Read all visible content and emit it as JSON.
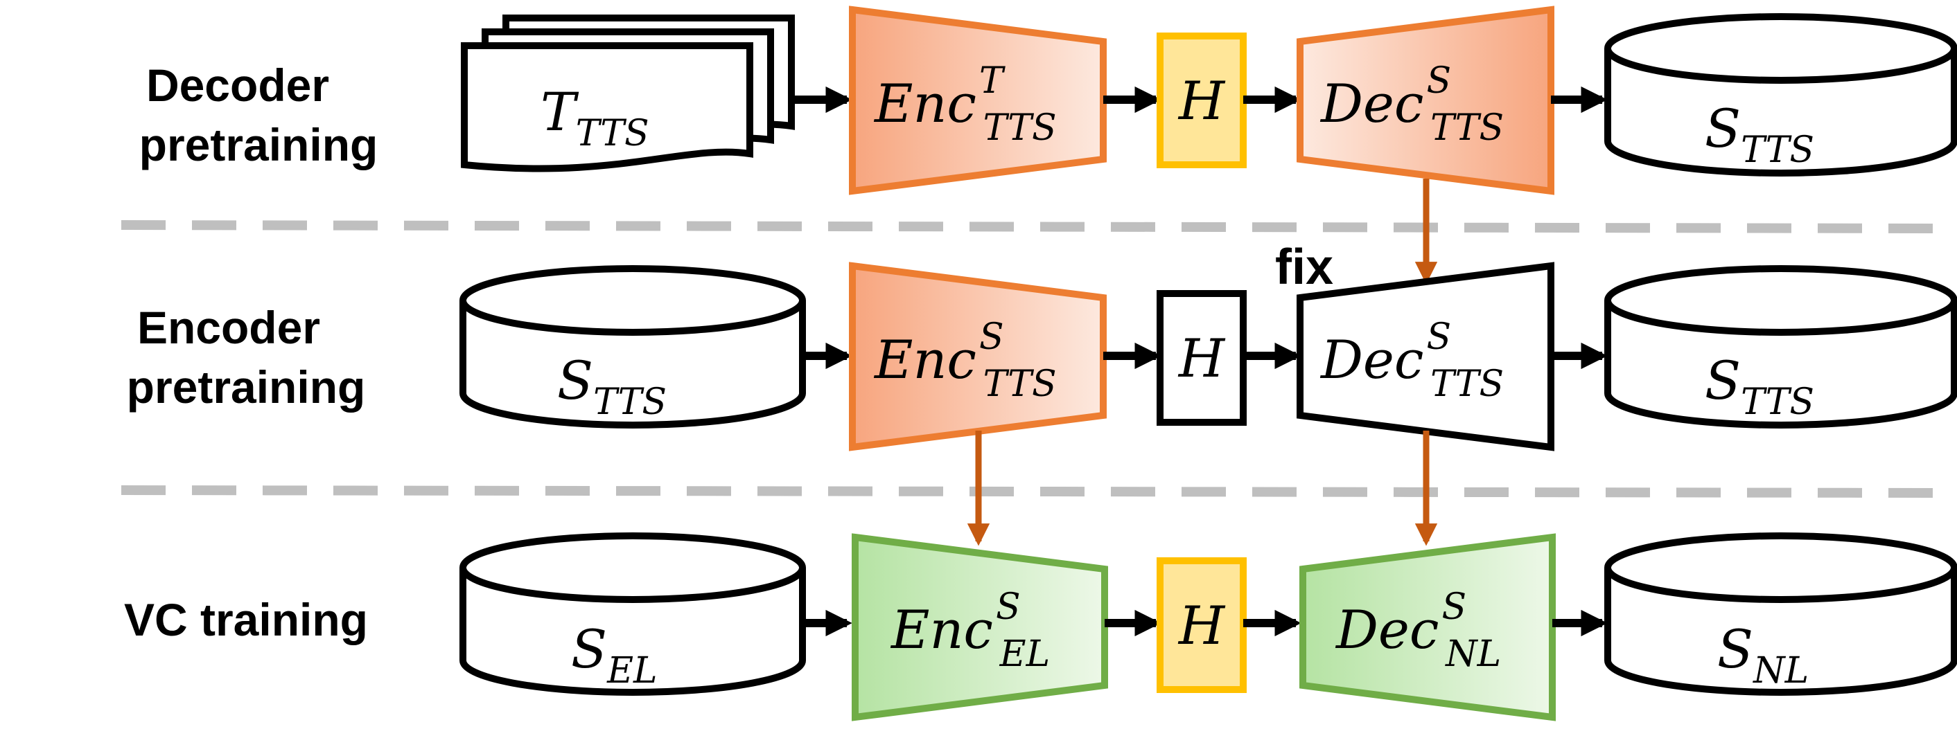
{
  "rows": [
    {
      "label_line1": "Decoder",
      "label_line2": "pretraining"
    },
    {
      "label_line1": "Encoder",
      "label_line2": "pretraining"
    },
    {
      "label_line1": "VC training",
      "label_line2": ""
    }
  ],
  "fix_label": "fix",
  "nodes": {
    "r1_input": {
      "base": "T",
      "sub": "TTS",
      "sup": ""
    },
    "r1_enc": {
      "base": "Enc",
      "sub": "TTS",
      "sup": "T"
    },
    "r1_h": {
      "base": "H"
    },
    "r1_dec": {
      "base": "Dec",
      "sub": "TTS",
      "sup": "S"
    },
    "r1_output": {
      "base": "S",
      "sub": "TTS",
      "sup": ""
    },
    "r2_input": {
      "base": "S",
      "sub": "TTS",
      "sup": ""
    },
    "r2_enc": {
      "base": "Enc",
      "sub": "TTS",
      "sup": "S"
    },
    "r2_h": {
      "base": "H"
    },
    "r2_dec": {
      "base": "Dec",
      "sub": "TTS",
      "sup": "S"
    },
    "r2_output": {
      "base": "S",
      "sub": "TTS",
      "sup": ""
    },
    "r3_input": {
      "base": "S",
      "sub": "EL",
      "sup": ""
    },
    "r3_enc": {
      "base": "Enc",
      "sub": "EL",
      "sup": "S"
    },
    "r3_h": {
      "base": "H"
    },
    "r3_dec": {
      "base": "Dec",
      "sub": "NL",
      "sup": "S"
    },
    "r3_output": {
      "base": "S",
      "sub": "NL",
      "sup": ""
    }
  },
  "colors": {
    "orange_stroke": "#ED7D31",
    "orange_fill_dark": "#F7A57E",
    "orange_fill_light": "#FDE9DF",
    "green_stroke": "#70AD47",
    "green_fill_dark": "#B5E3A3",
    "green_fill_light": "#EDF8E8",
    "yellow_stroke": "#FFC000",
    "yellow_fill": "#FFE699",
    "transfer_arrow": "#C55A11",
    "separator": "#BFBFBF",
    "black": "#000000"
  }
}
